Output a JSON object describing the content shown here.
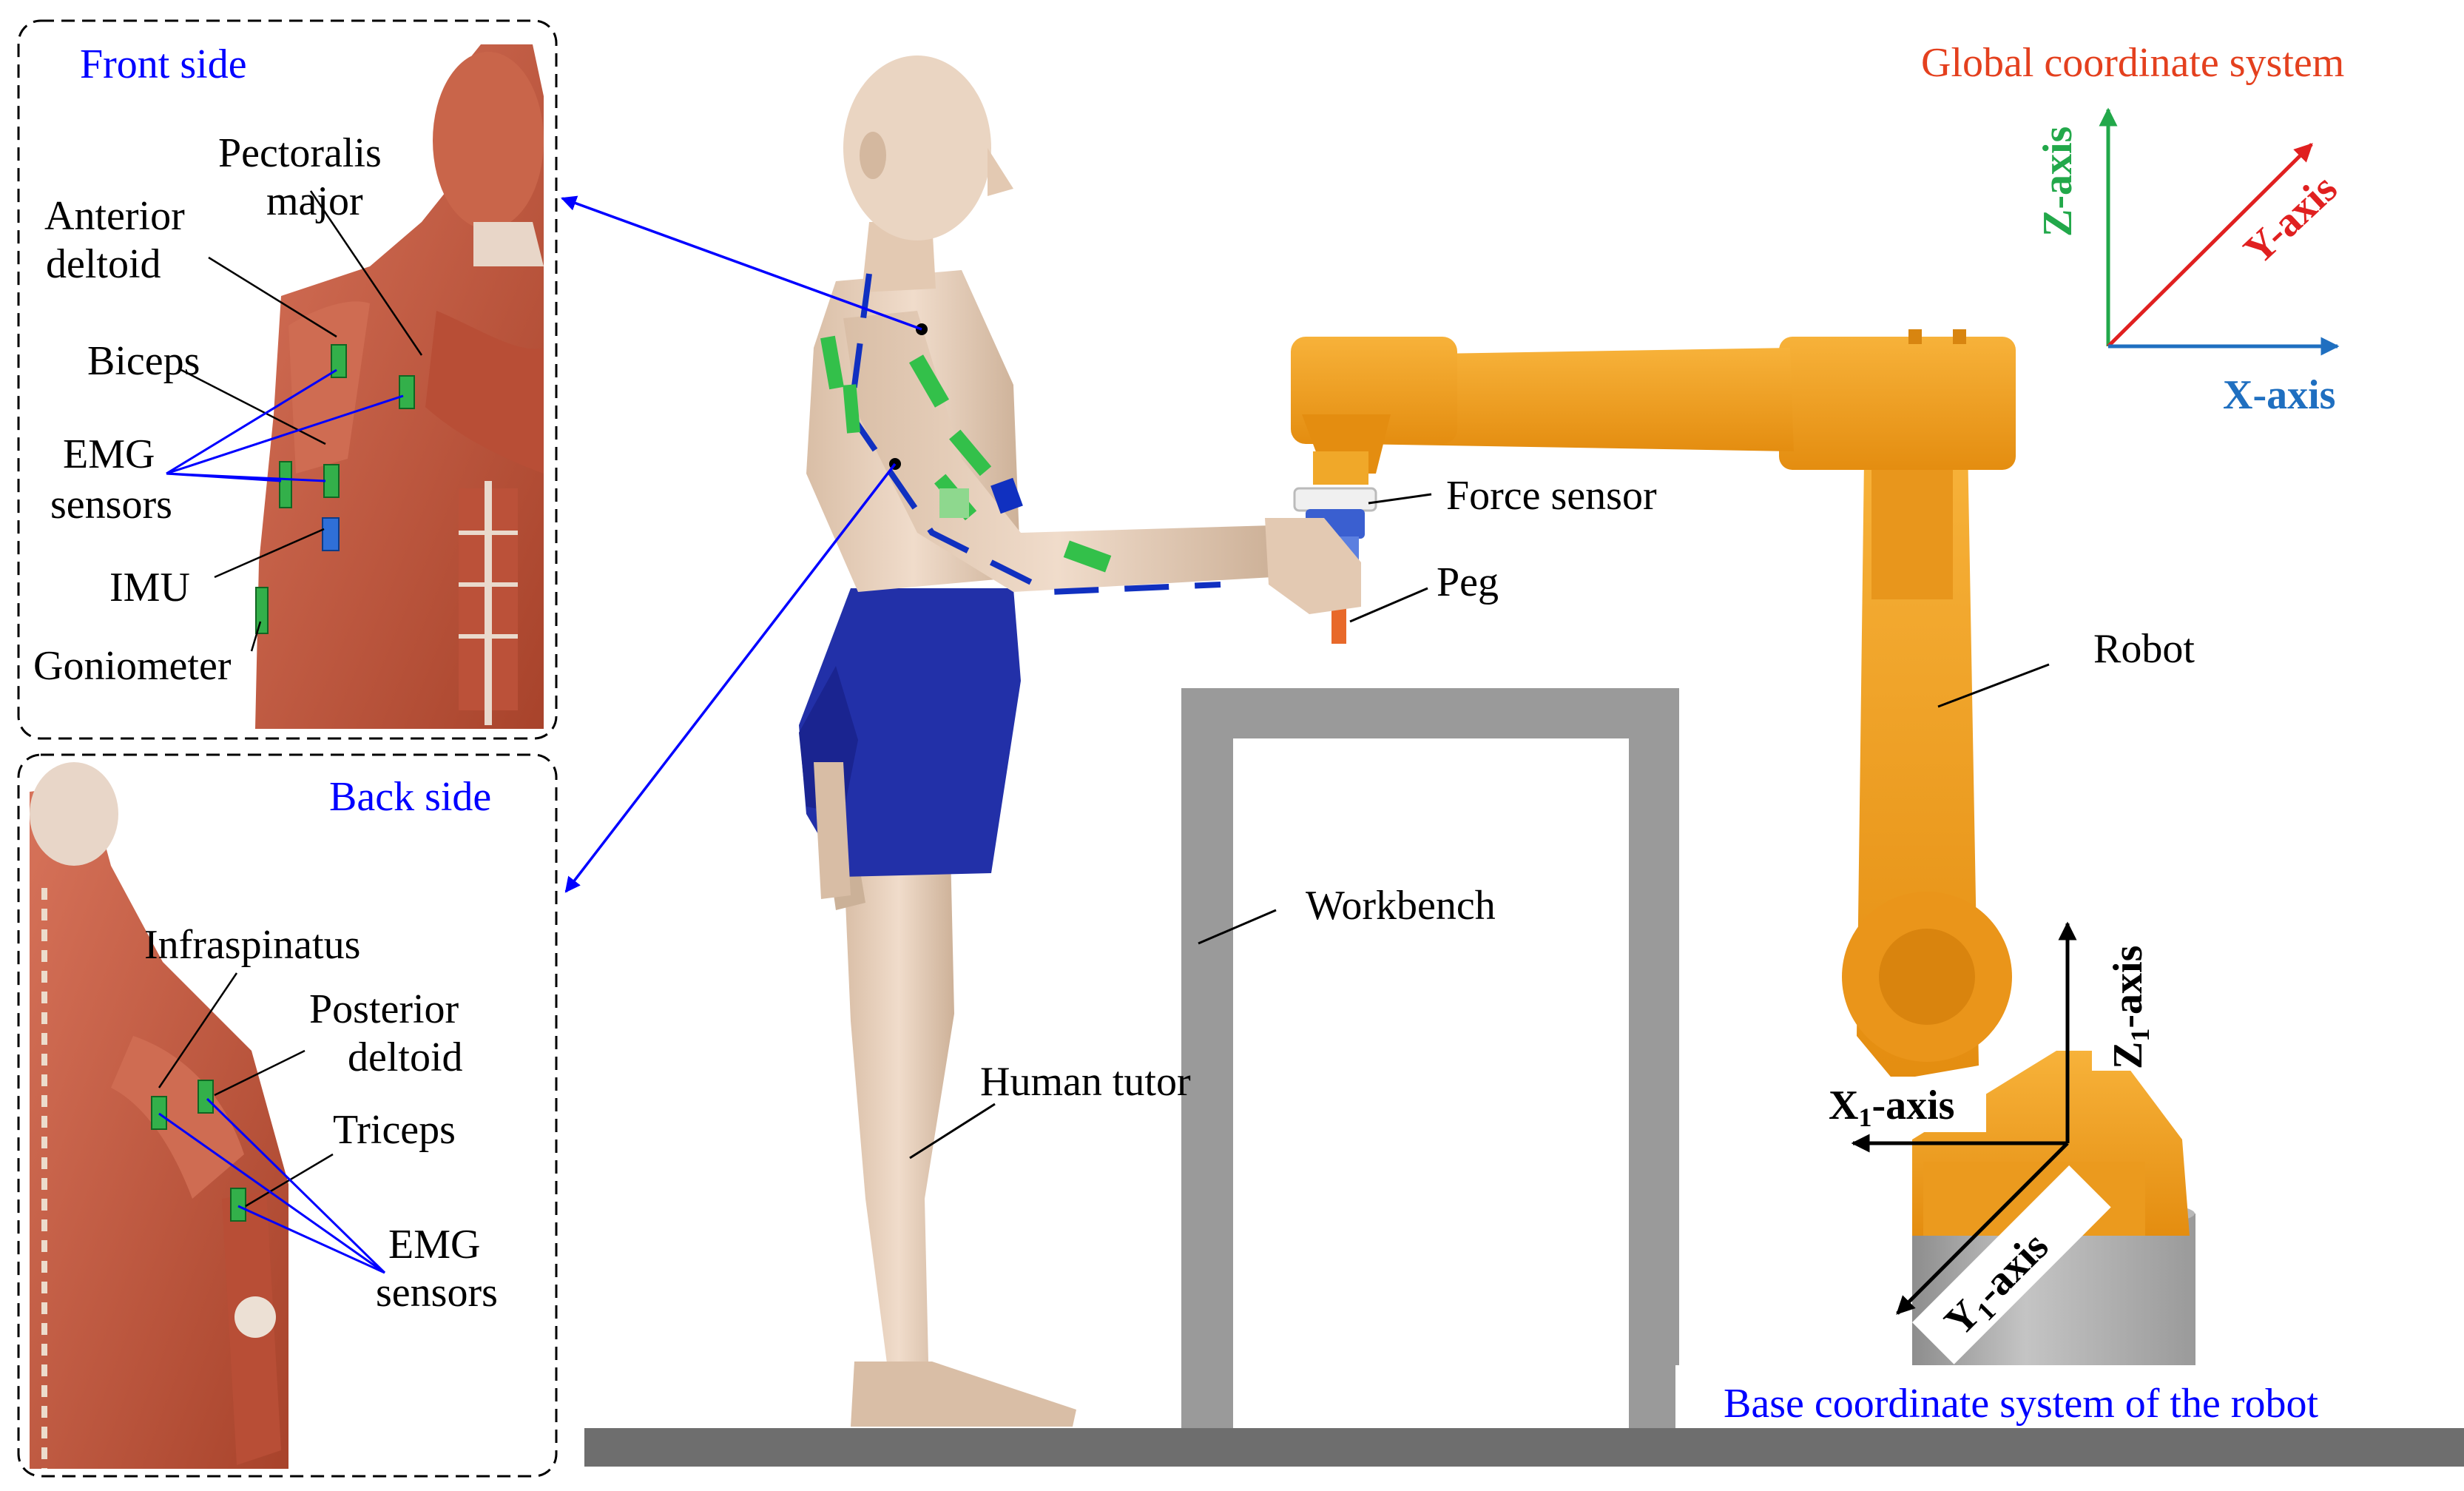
{
  "front_panel": {
    "title": "Front side",
    "labels": {
      "pectoralis_1": "Pectoralis",
      "pectoralis_2": "major",
      "anterior_1": "Anterior",
      "anterior_2": "deltoid",
      "biceps": "Biceps",
      "emg_1": "EMG",
      "emg_2": "sensors",
      "imu": "IMU",
      "goniometer": "Goniometer"
    }
  },
  "back_panel": {
    "title": "Back side",
    "labels": {
      "infraspinatus": "Infraspinatus",
      "posterior_1": "Posterior",
      "posterior_2": "deltoid",
      "triceps": "Triceps",
      "emg_1": "EMG",
      "emg_2": "sensors"
    }
  },
  "scene_labels": {
    "force_sensor": "Force sensor",
    "peg": "Peg",
    "robot": "Robot",
    "workbench": "Workbench",
    "human_tutor": "Human tutor"
  },
  "global_cs": {
    "title": "Global coordinate system",
    "z_axis": "Z-axis",
    "y_axis": "Y-axis",
    "x_axis": "X-axis"
  },
  "base_cs": {
    "title": "Base coordinate system of the robot",
    "z_prefix": "Z",
    "z_sub": "1",
    "z_suffix": "-axis",
    "x_prefix": "X",
    "x_sub": "1",
    "x_suffix": "-axis",
    "y_prefix": "Y",
    "y_sub": "1",
    "y_suffix": "-axis"
  },
  "colors": {
    "robot_orange": "#f2a020",
    "shorts_blue": "#2230a8",
    "skin": "#e8cfb8",
    "muscle": "#c0573c",
    "emg_green": "#22a83a",
    "imu_blue": "#2f6fd8",
    "annotation_blue": "#0000ff",
    "z_green": "#22a84a",
    "y_red": "#e02020",
    "x_blue": "#1f6fc0",
    "title_red": "#e4401e",
    "bench_gray": "#9a9a9a",
    "base_gray": "#a8a8a8"
  }
}
